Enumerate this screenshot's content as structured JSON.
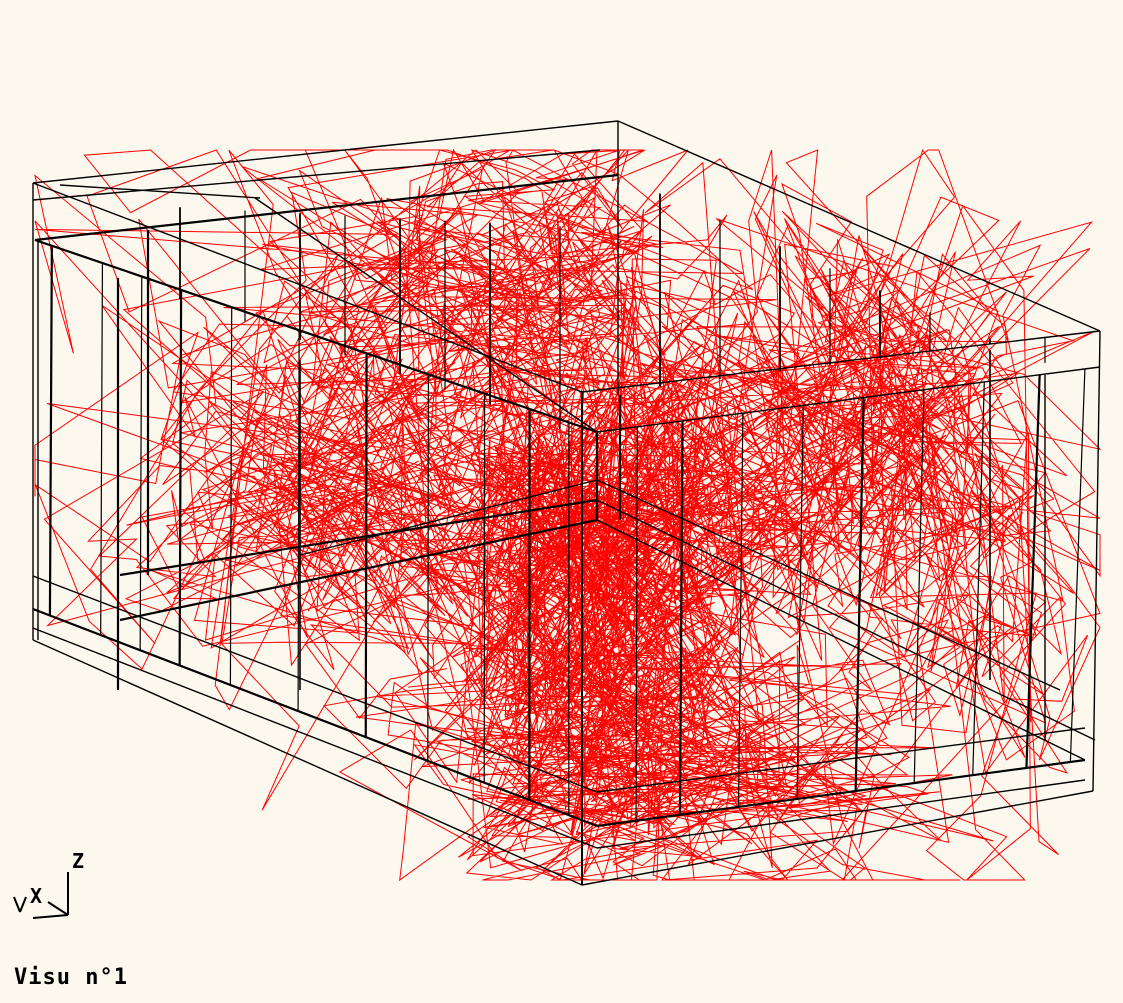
{
  "view": {
    "caption": "Visu n°1",
    "background_color": "#fdf8ee",
    "wire_color": "#000000",
    "trajectory_color": "#ff0000"
  },
  "axes": {
    "z_label": "Z",
    "x_label": "X"
  }
}
